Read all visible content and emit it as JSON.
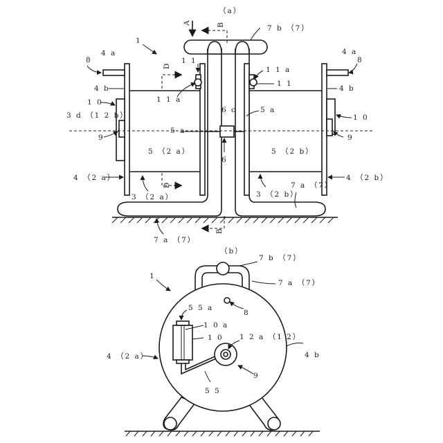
{
  "views": {
    "a": {
      "caption": "（a）"
    },
    "b": {
      "caption": "（b）"
    }
  },
  "labels_a": {
    "l_1": "1",
    "l_4a_left": "4 a",
    "l_4a_right": "4 a",
    "l_8_left": "8",
    "l_8_right": "8",
    "l_4b_left": "4 b",
    "l_4b_right": "4 b",
    "l_10_left": "1 0",
    "l_10_right": "1 0",
    "l_3d": "3 d （1 2 b）",
    "l_9_left": "9",
    "l_9_right": "9",
    "l_5_2a": "5 （2 a）",
    "l_5_2b": "5 （2 b）",
    "l_5a_center": "5 a",
    "l_5a_right": "5 a",
    "l_6c": "6 c",
    "l_6": "6",
    "l_4_2a": "4 （2 a）",
    "l_4_2b": "4 （2 b）",
    "l_3_2a": "3 （2 a）",
    "l_3_2b": "3 （2 b）",
    "l_7a_7_right": "7 a （7）",
    "l_7a_7_bottom": "7 a （7）",
    "l_7b_7": "7 b （7）",
    "l_11_left": "1 1",
    "l_11a_left": "1 1 a",
    "l_11_right": "1 1",
    "l_11a_right": "1 1 a",
    "l_A": "A",
    "l_B_top": "B",
    "l_B_bottom": "B",
    "l_D_top": "D",
    "l_D_bottom": "D"
  },
  "labels_b": {
    "l_1": "1",
    "l_7b_7": "7 b （7）",
    "l_7a_7": "7 a （7）",
    "l_55a": "5 5 a",
    "l_8": "8",
    "l_10a": "1 0 a",
    "l_10": "1 0",
    "l_12a": "1 2 a （1 2）",
    "l_4b": "4 b",
    "l_4_2a": "4 （2 a）",
    "l_9": "9",
    "l_55": "5 5"
  }
}
